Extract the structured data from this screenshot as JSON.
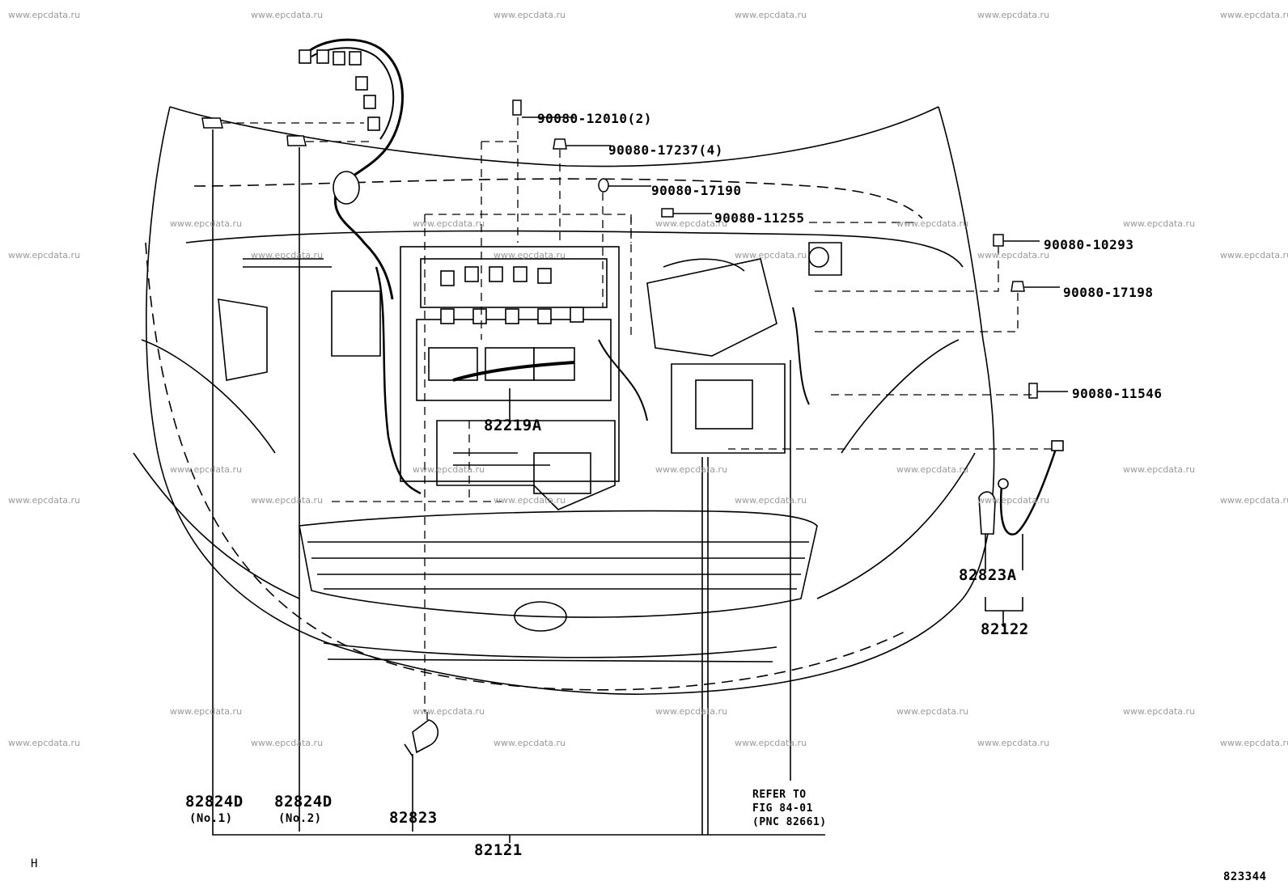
{
  "watermark": "www.epcdata.ru",
  "fig_number": "823344",
  "corner_mark": "H",
  "parts": {
    "p90080_12010": "90080-12010(2)",
    "p90080_17237": "90080-17237(4)",
    "p90080_17190": "90080-17190",
    "p90080_11255": "90080-11255",
    "p90080_10293": "90080-10293",
    "p90080_17198": "90080-17198",
    "p90080_11546": "90080-11546",
    "p82219A": "82219A",
    "p82823A": "82823A",
    "p82122": "82122",
    "p82824D_1": "82824D",
    "p82824D_1_sub": "(No.1)",
    "p82824D_2": "82824D",
    "p82824D_2_sub": "(No.2)",
    "p82823": "82823",
    "p82121": "82121"
  },
  "refer": {
    "line1": "REFER TO",
    "line2": "FIG 84-01",
    "line3": "(PNC 82661)"
  }
}
